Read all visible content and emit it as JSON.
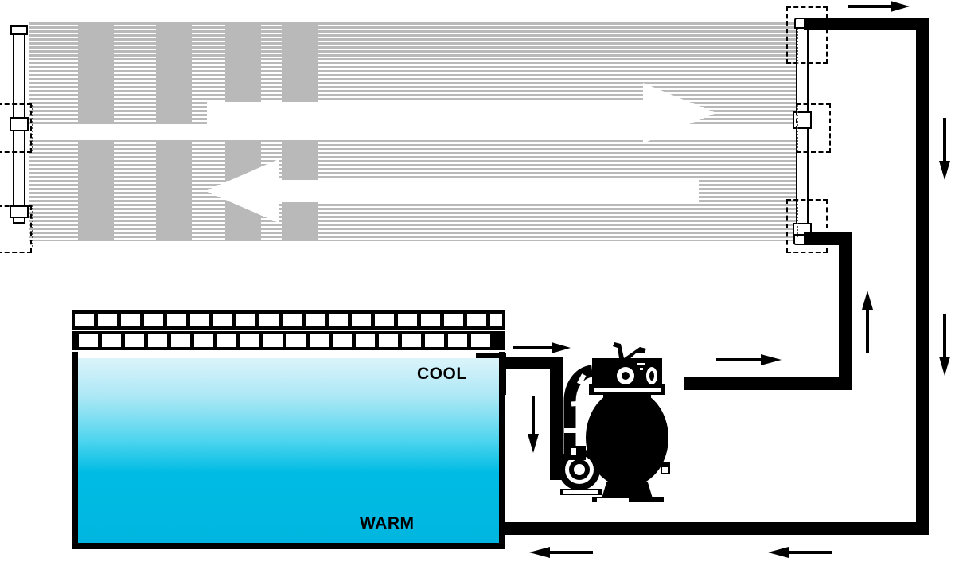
{
  "diagram": {
    "title": "Solar pool heating system flow diagram",
    "type": "schematic"
  },
  "labels": {
    "cool": "COOL",
    "warm": "WARM"
  },
  "components": {
    "solar_collector": "Solar collector panel array",
    "left_header": "Left header manifold pipe",
    "right_header": "Right header manifold pipe",
    "pool": "Swimming pool",
    "pool_coping": "Pool coping tiles",
    "sand_filter": "Sand filter tank",
    "multiport_valve": "Multiport valve",
    "pump": "Pool pump",
    "supply_pipe": "Supply pipe",
    "return_pipe": "Return pipe"
  },
  "flow": {
    "collector_upper_direction": "right",
    "collector_lower_direction": "left",
    "arrows": [
      {
        "name": "top-right-arrow",
        "direction": "right"
      },
      {
        "name": "right-upper-down-arrow",
        "direction": "down"
      },
      {
        "name": "right-lower-down-arrow",
        "direction": "down"
      },
      {
        "name": "riser-up-arrow",
        "direction": "up"
      },
      {
        "name": "pool-outlet-arrow",
        "direction": "right"
      },
      {
        "name": "skimmer-down-arrow",
        "direction": "down"
      },
      {
        "name": "filter-out-arrow",
        "direction": "right"
      },
      {
        "name": "bottom-left-arrow-1",
        "direction": "left"
      },
      {
        "name": "bottom-left-arrow-2",
        "direction": "left"
      }
    ]
  },
  "colors": {
    "water_top": "#dcf4fb",
    "water_bottom": "#00b6e0",
    "panel_stripe": "#b9b9b9",
    "pipe": "#000000",
    "background": "#ffffff"
  }
}
